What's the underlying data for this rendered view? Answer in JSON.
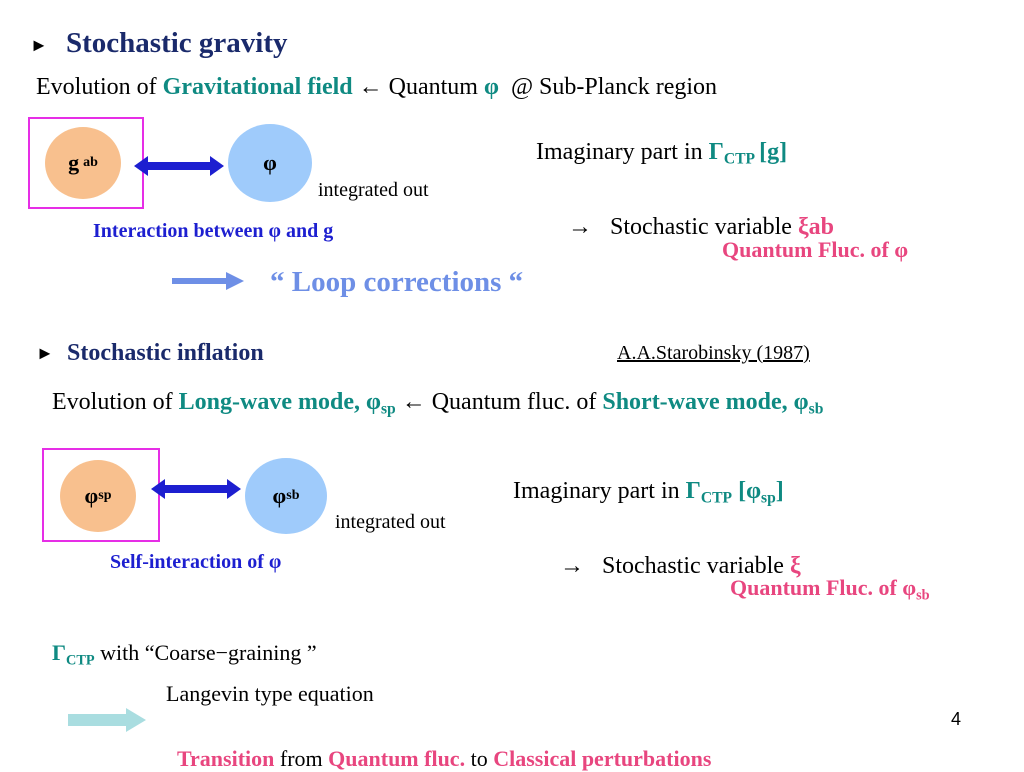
{
  "section1": {
    "bullet": "►",
    "title": "Stochastic gravity",
    "evolution": {
      "prefix": "Evolution of ",
      "field": "Gravitational field",
      "arrow": " ← Quantum ",
      "phi": "φ",
      "suffix": "  @ Sub-Planck region"
    },
    "node_g": "g",
    "node_g_sub": "ab",
    "node_phi": "φ",
    "integrated_out": "integrated out",
    "interaction_label": "Interaction between φ and g",
    "imag_part": {
      "prefix": "Imaginary part in ",
      "gamma": "Γ",
      "sub": "CTP",
      "bracket": "[g]"
    },
    "stochastic": {
      "prefix": "→   Stochastic variable ",
      "var": "ξab"
    },
    "quantum_fluc": "Quantum Fluc. of φ",
    "loop": "“ Loop corrections “"
  },
  "section2": {
    "bullet": "►",
    "title": "Stochastic inflation",
    "citation": "A.A.Starobinsky (1987)",
    "evolution": {
      "prefix": "Evolution of ",
      "long": "Long-wave mode, φ",
      "long_sub": "sp",
      "arrow": " ← Quantum fluc. of ",
      "short": "Short-wave mode, φ",
      "short_sub": "sb"
    },
    "node_sp": "φ",
    "node_sp_sub": "sp",
    "node_sb": "φ",
    "node_sb_sub": "sb",
    "integrated_out": "integrated out",
    "interaction_label": "Self-interaction of φ",
    "imag_part": {
      "prefix": "Imaginary part in ",
      "gamma": "Γ",
      "sub": "CTP",
      "bracket_open": " [φ",
      "bracket_sub": "sp",
      "bracket_close": "]"
    },
    "stochastic": {
      "prefix": "→   Stochastic variable ",
      "var": "ξ"
    },
    "quantum_fluc": "Quantum Fluc. of φ",
    "quantum_fluc_sub": "sb"
  },
  "section3": {
    "gamma": "Γ",
    "gamma_sub": "CTP",
    "with_text": " with ",
    "coarse": "“Coarse−graining ”",
    "langevin": "Langevin type equation",
    "transition": "Transition",
    "from": " from ",
    "quantum_fluc": "Quantum fluc.",
    "to": " to ",
    "classical": "Classical perturbations"
  },
  "page_number": "4",
  "colors": {
    "teal": "#0f8a82",
    "pink": "#e8467f",
    "blue": "#1d1fd0",
    "navy": "#1a2a6b",
    "light_blue": "#6e8fe6",
    "magenta_box": "#e62ee6",
    "orange_circle": "#f8c08e",
    "blue_circle": "#9fcbfb"
  }
}
